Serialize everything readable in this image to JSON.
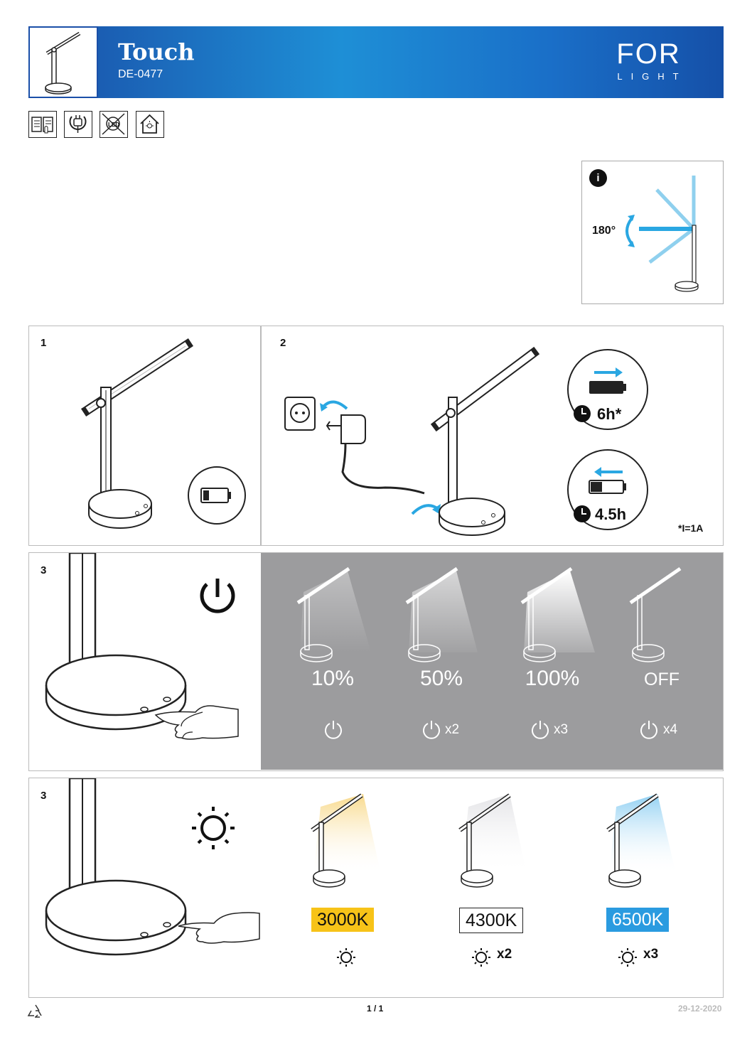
{
  "header": {
    "title": "Touch",
    "code": "DE-0477",
    "brand_main": "FOR",
    "brand_sub": "LIGHT"
  },
  "icons_row": [
    "manual-icon",
    "plug-rotate-icon",
    "no-led-replace-icon",
    "indoor-use-icon"
  ],
  "info": {
    "badge": "i",
    "rotation_label": "180°"
  },
  "step1": {
    "number": "1"
  },
  "step2": {
    "number": "2",
    "charge_time": "6h",
    "charge_asterisk": "*",
    "run_time": "4.5h",
    "footnote": "*I=1A"
  },
  "step3": {
    "number": "3",
    "levels": [
      {
        "label": "10%",
        "mult": ""
      },
      {
        "label": "50%",
        "mult": "x2"
      },
      {
        "label": "100%",
        "mult": "x3"
      },
      {
        "label": "OFF",
        "mult": "x4"
      }
    ]
  },
  "step4": {
    "number": "3",
    "temps": [
      {
        "label": "3000K",
        "mult": "",
        "color": "#f7c318"
      },
      {
        "label": "4300K",
        "mult": "x2",
        "color": "#ffffff"
      },
      {
        "label": "6500K",
        "mult": "x3",
        "color": "#2a9be0"
      }
    ]
  },
  "footer": {
    "page": "1 / 1",
    "date": "29-12-2020"
  },
  "colors": {
    "header_blue": "#1a6fc8",
    "accent_blue": "#27a6e0",
    "grey_panel": "#9c9c9e"
  }
}
